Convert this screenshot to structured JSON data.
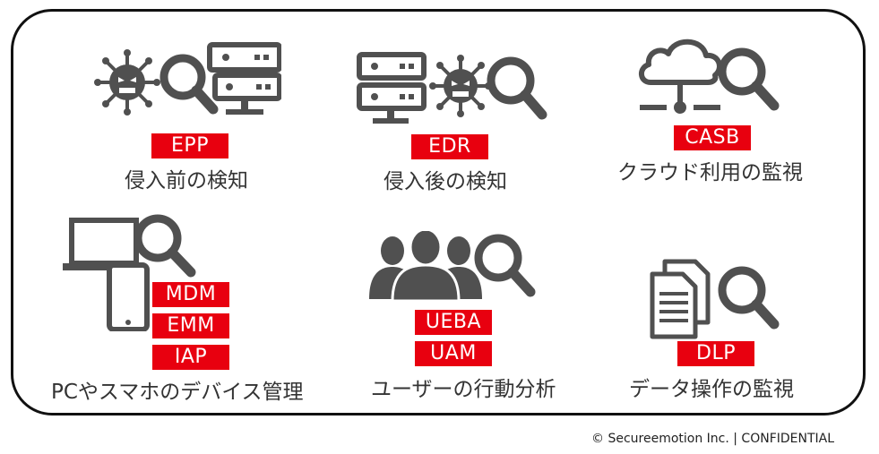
{
  "items": [
    {
      "tags": [
        "EPP"
      ],
      "caption": "侵入前の検知"
    },
    {
      "tags": [
        "EDR"
      ],
      "caption": "侵入後の検知"
    },
    {
      "tags": [
        "CASB"
      ],
      "caption": "クラウド利用の監視"
    },
    {
      "tags": [
        "MDM",
        "EMM",
        "IAP"
      ],
      "caption": "PCやスマホのデバイス管理"
    },
    {
      "tags": [
        "UEBA",
        "UAM"
      ],
      "caption": "ユーザーの行動分析"
    },
    {
      "tags": [
        "DLP"
      ],
      "caption": "データ操作の監視"
    }
  ],
  "footer": "© Secureemotion Inc. | CONFIDENTIAL",
  "colors": {
    "tag_bg": "#e8000f",
    "icon": "#505050",
    "border": "#111111"
  }
}
